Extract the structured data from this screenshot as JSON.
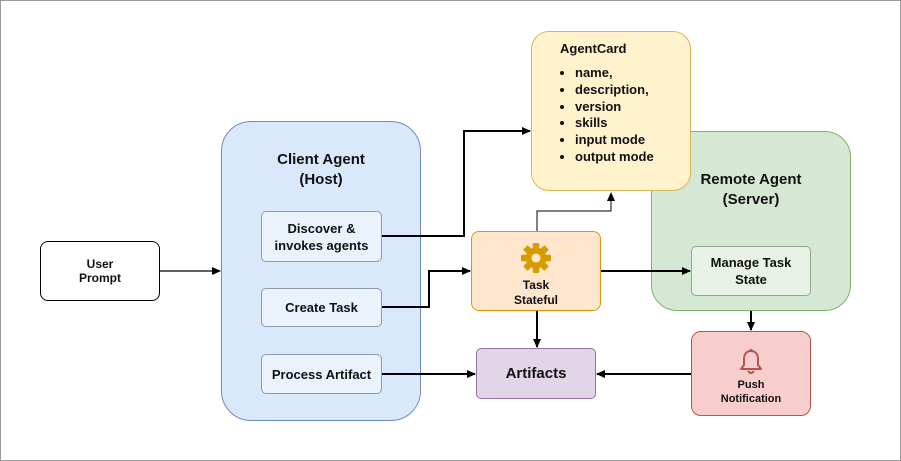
{
  "nodes": {
    "user_prompt": "User\nPrompt",
    "client_agent": "Client Agent\n(Host)",
    "discover": "Discover &\ninvokes agents",
    "create_task": "Create Task",
    "process_artifact": "Process Artifact",
    "agent_card": {
      "title": "AgentCard",
      "items": [
        "name,",
        "description,",
        "version",
        "skills",
        "input mode",
        "output mode"
      ]
    },
    "remote_agent": "Remote Agent\n(Server)",
    "manage_task": "Manage Task\nState",
    "task": "Task\nStateful",
    "artifacts": "Artifacts",
    "push": "Push\nNotification"
  },
  "icons": {
    "task": "gear-icon",
    "push": "bell-icon"
  },
  "colors": {
    "client_fill": "#dae8fc",
    "client_stroke": "#6c8ebf",
    "card_fill": "#fff2cc",
    "card_stroke": "#d6b656",
    "remote_fill": "#d5e8d4",
    "remote_stroke": "#82b366",
    "task_fill": "#ffe6cc",
    "task_stroke": "#d79b00",
    "artifact_fill": "#e1d5e7",
    "artifact_stroke": "#9673a6",
    "push_fill": "#f8cecc",
    "push_stroke": "#b85450"
  }
}
